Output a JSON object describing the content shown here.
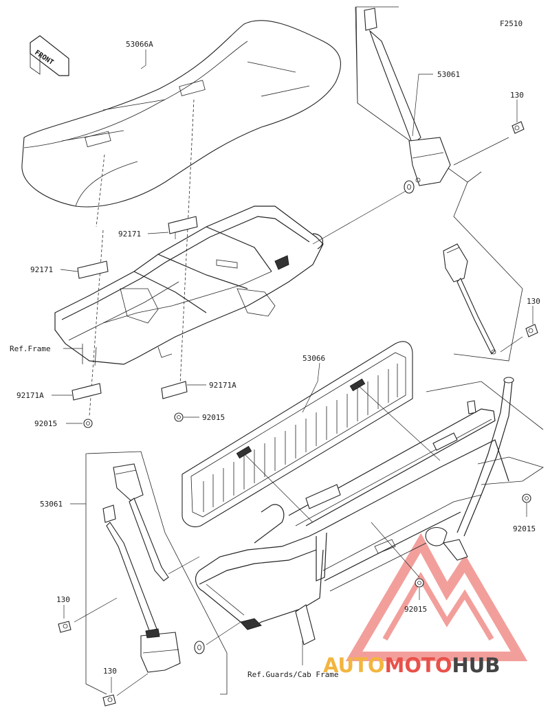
{
  "figure": {
    "code": "F2510"
  },
  "direction_tag": {
    "text": "FRONT"
  },
  "callouts": [
    {
      "id": "seat_top",
      "text": "53066A"
    },
    {
      "id": "belt_right",
      "text": "53061"
    },
    {
      "id": "bolt_right_top",
      "text": "130"
    },
    {
      "id": "bracket_center_top",
      "text": "92171"
    },
    {
      "id": "bracket_left_top",
      "text": "92171"
    },
    {
      "id": "ref_frame",
      "text": "Ref.Frame"
    },
    {
      "id": "backrest",
      "text": "53066"
    },
    {
      "id": "bolt_right_mid",
      "text": "130"
    },
    {
      "id": "bracket_left_bottom",
      "text": "92171A"
    },
    {
      "id": "bracket_center_bottom",
      "text": "92171A"
    },
    {
      "id": "nut_left",
      "text": "92015"
    },
    {
      "id": "nut_center",
      "text": "92015"
    },
    {
      "id": "belt_left",
      "text": "53061"
    },
    {
      "id": "nut_right",
      "text": "92015"
    },
    {
      "id": "bolt_left_mid",
      "text": "130"
    },
    {
      "id": "nut_bottom",
      "text": "92015"
    },
    {
      "id": "bolt_left_bottom",
      "text": "130"
    },
    {
      "id": "ref_guards",
      "text": "Ref.Guards/Cab Frame"
    }
  ],
  "watermark": {
    "part1": "AUTO",
    "part2": "MOTO",
    "part3": "HUB",
    "colors": {
      "auto": "#f3b53f",
      "moto": "#e8514a",
      "hub": "#444444",
      "triangle": "#e8514a"
    }
  }
}
